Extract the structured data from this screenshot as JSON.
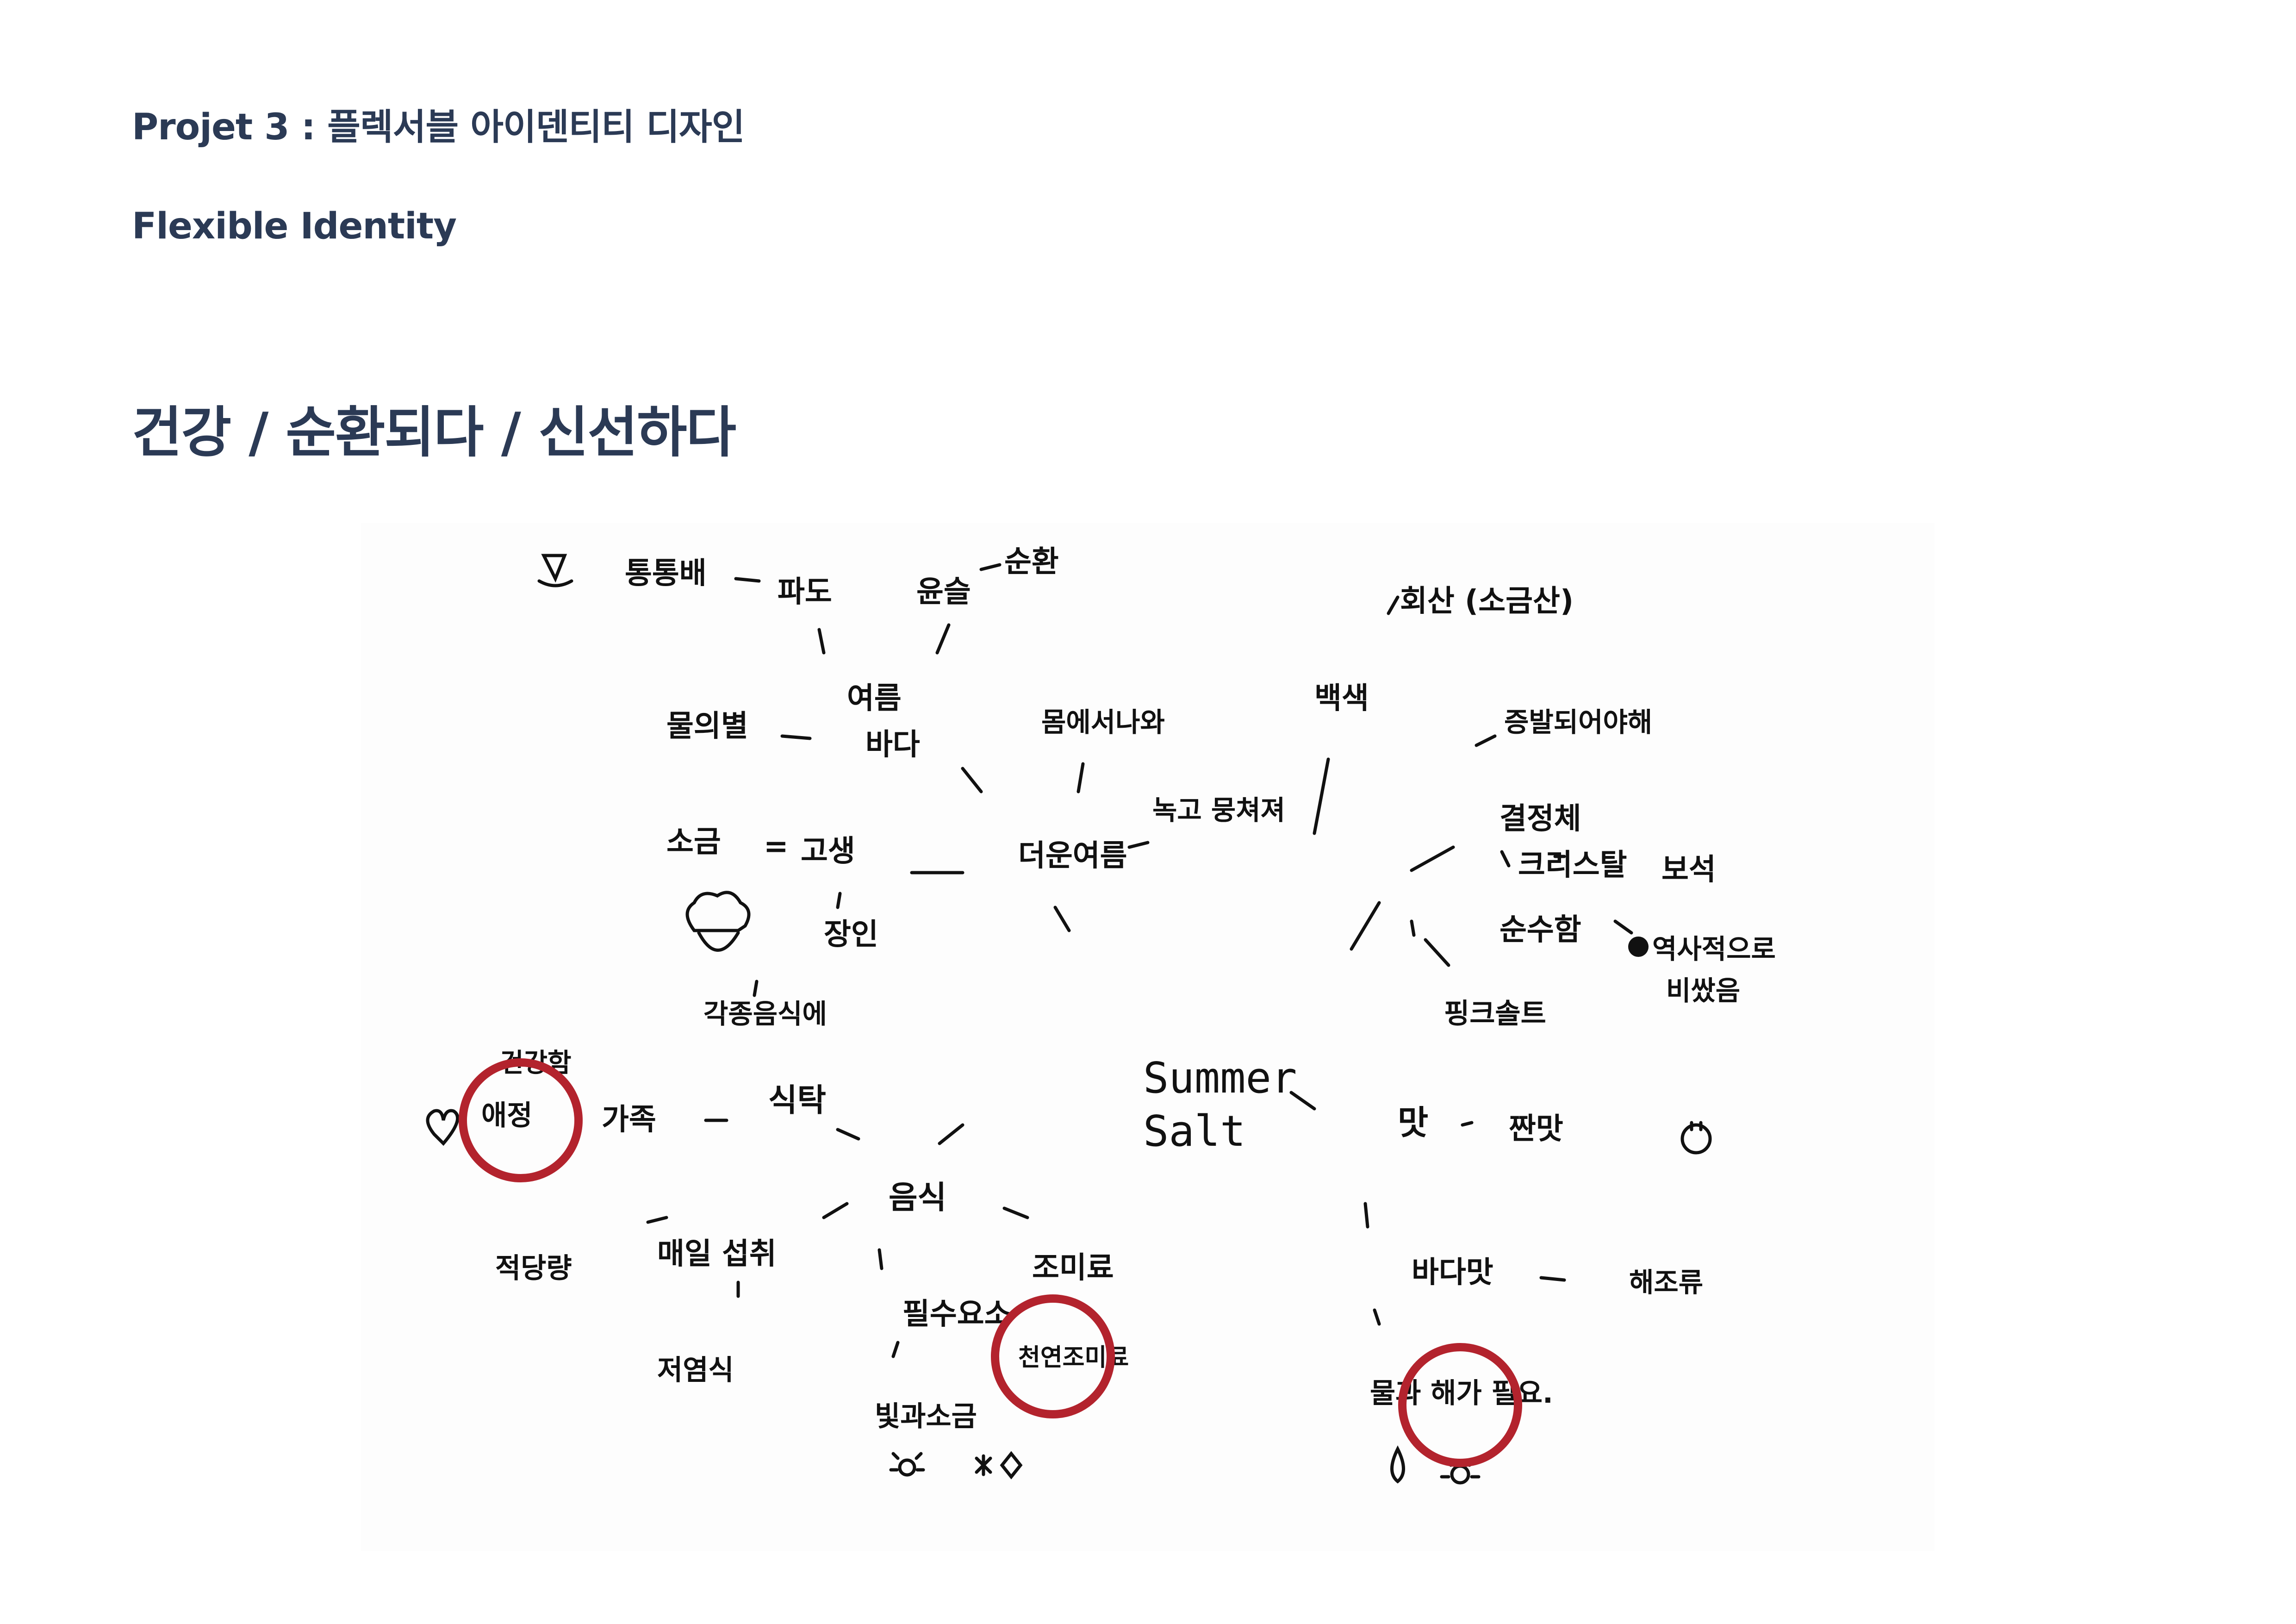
{
  "header": {
    "project_title": "Projet 3 : 플렉서블 아이덴티티 디자인",
    "subtitle": "Flexible Identity",
    "keywords": "건강 / 순환되다 / 신선하다"
  },
  "mindmap": {
    "center_line1": "Summer",
    "center_line2": "Salt",
    "words": [
      "통통배",
      "파도",
      "윤슬",
      "순환",
      "물의별",
      "여름",
      "바다",
      "몸에서나와",
      "녹고 뭉쳐져",
      "더운여름",
      "소금",
      "=",
      "고생",
      "장인",
      "각종음식에",
      "식탁",
      "건강함",
      "애정",
      "가족",
      "음식",
      "적당량",
      "매일 섭취",
      "저염식",
      "필수요소",
      "빛과소금",
      "조미료",
      "천연조미료",
      "회산 (소금산)",
      "백색",
      "증발되어야해",
      "결정체",
      "크리스탈",
      "보석",
      "순수함",
      "역사적으로",
      "비쌌음",
      "핑크솔트",
      "맛",
      "짠맛",
      "바다맛",
      "해조류",
      "물과 해가 필요."
    ]
  },
  "colors": {
    "text": "#2b3a55",
    "ink": "#111111",
    "highlight_circle": "#b3232d",
    "background": "#ffffff"
  }
}
